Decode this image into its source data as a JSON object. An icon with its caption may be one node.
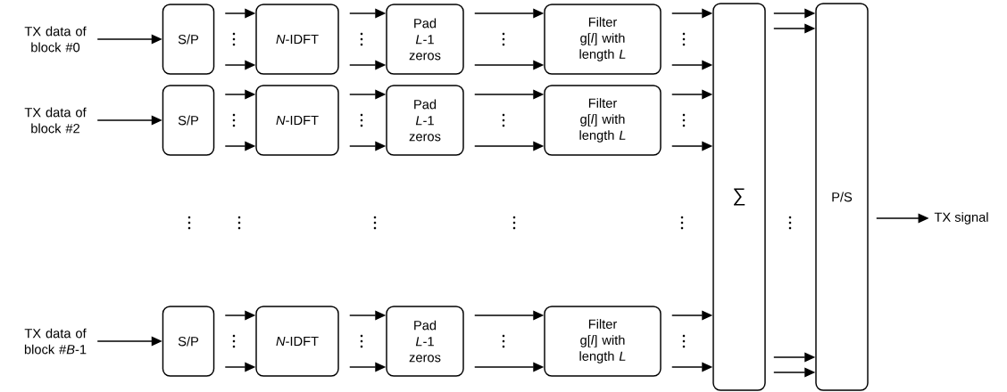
{
  "diagram": {
    "nodes": [
      {
        "text": [
          "TX data of block #0"
        ]
      },
      {
        "text": [
          "S/P"
        ]
      },
      {
        "text": [
          "*N*-IDFT"
        ]
      },
      {
        "text": [
          "Pad *L*-1 zeros"
        ]
      },
      {
        "text": [
          "Filter g[*l*] with length *L*"
        ]
      },
      {
        "text": [
          "TX data of block #2"
        ]
      },
      {
        "text": [
          "S/P"
        ]
      },
      {
        "text": [
          "*N*-IDFT"
        ]
      },
      {
        "text": [
          "Pad *L*-1 zeros"
        ]
      },
      {
        "text": [
          "Filter g[*l*] with length *L*"
        ]
      },
      {
        "text": [
          "TX data of block #*B*-1"
        ]
      },
      {
        "text": [
          "S/P"
        ]
      },
      {
        "text": [
          "*N*-IDFT"
        ]
      },
      {
        "text": [
          "Pad *L*-1 zeros"
        ]
      },
      {
        "text": [
          "Filter g[*l*] with length *L*"
        ]
      },
      {
        "text": [
          "∑"
        ]
      },
      {
        "text": [
          "P/S"
        ]
      },
      {
        "text": [
          "TX signal"
        ]
      }
    ],
    "edges": [
      {
        "from": 0,
        "to": 1,
        "arrow": "to"
      },
      {
        "from": 1,
        "to": 2,
        "arrow": "to"
      },
      {
        "from": 1,
        "to": 2,
        "arrow": "to"
      },
      {
        "from": 2,
        "to": 3,
        "arrow": "to"
      },
      {
        "from": 2,
        "to": 3,
        "arrow": "to"
      },
      {
        "from": 3,
        "to": 4,
        "arrow": "to"
      },
      {
        "from": 3,
        "to": 4,
        "arrow": "to"
      },
      {
        "from": 4,
        "to": 15,
        "arrow": "to"
      },
      {
        "from": 4,
        "to": 15,
        "arrow": "to"
      },
      {
        "from": 5,
        "to": 6,
        "arrow": "to"
      },
      {
        "from": 6,
        "to": 7,
        "arrow": "to"
      },
      {
        "from": 6,
        "to": 7,
        "arrow": "to"
      },
      {
        "from": 7,
        "to": 8,
        "arrow": "to"
      },
      {
        "from": 7,
        "to": 8,
        "arrow": "to"
      },
      {
        "from": 8,
        "to": 9,
        "arrow": "to"
      },
      {
        "from": 8,
        "to": 9,
        "arrow": "to"
      },
      {
        "from": 9,
        "to": 15,
        "arrow": "to"
      },
      {
        "from": 9,
        "to": 15,
        "arrow": "to"
      },
      {
        "from": 10,
        "to": 11,
        "arrow": "to"
      },
      {
        "from": 11,
        "to": 12,
        "arrow": "to"
      },
      {
        "from": 11,
        "to": 12,
        "arrow": "to"
      },
      {
        "from": 12,
        "to": 13,
        "arrow": "to"
      },
      {
        "from": 12,
        "to": 13,
        "arrow": "to"
      },
      {
        "from": 13,
        "to": 14,
        "arrow": "to"
      },
      {
        "from": 13,
        "to": 14,
        "arrow": "to"
      },
      {
        "from": 14,
        "to": 15,
        "arrow": "to"
      },
      {
        "from": 14,
        "to": 15,
        "arrow": "to"
      },
      {
        "from": 15,
        "to": 16,
        "arrow": "to"
      },
      {
        "from": 15,
        "to": 16,
        "arrow": "to"
      },
      {
        "from": 15,
        "to": 16,
        "arrow": "to"
      },
      {
        "from": 15,
        "to": 16,
        "arrow": "to"
      },
      {
        "from": 16,
        "to": 17,
        "arrow": "to"
      }
    ]
  }
}
